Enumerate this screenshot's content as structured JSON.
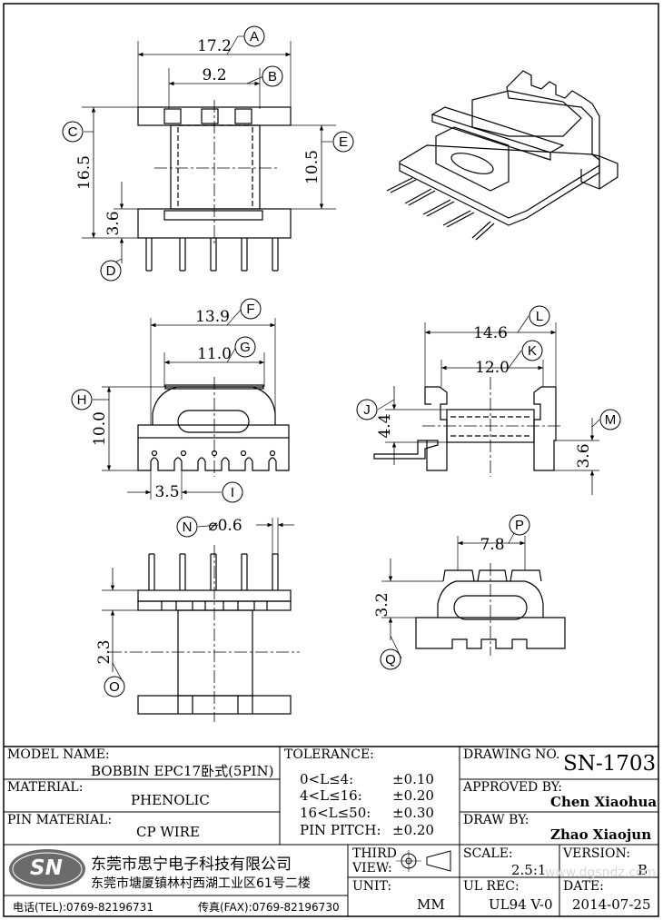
{
  "drawing": {
    "dims": {
      "A": "17.2",
      "B": "9.2",
      "C": "16.5",
      "D": "3.6",
      "E": "10.5",
      "F": "13.9",
      "G": "11.0",
      "H": "10.0",
      "I": "3.5",
      "J": "4.4",
      "K": "12.0",
      "L": "14.6",
      "M": "3.6",
      "N": "⌀0.6",
      "O": "2.3",
      "P": "7.8",
      "Q": "3.2"
    },
    "bubbles": [
      "A",
      "B",
      "C",
      "D",
      "E",
      "F",
      "G",
      "H",
      "I",
      "J",
      "K",
      "L",
      "M",
      "N",
      "O",
      "P",
      "Q"
    ]
  },
  "title_block": {
    "model_name_label": "MODEL NAME:",
    "model_name": "BOBBIN EPC17卧式(5PIN)",
    "material_label": "MATERIAL:",
    "material": "PHENOLIC",
    "pin_material_label": "PIN MATERIAL:",
    "pin_material": "CP WIRE",
    "tolerance_label": "TOLERANCE:",
    "tolerances": [
      {
        "range": "0<L≤4:",
        "value": "±0.10"
      },
      {
        "range": "4<L≤16:",
        "value": "±0.20"
      },
      {
        "range": "16<L≤50:",
        "value": "±0.30"
      },
      {
        "range": "PIN PITCH:",
        "value": "±0.20"
      }
    ],
    "drawing_no_label": "DRAWING NO.",
    "drawing_no": "SN-1703",
    "approved_by_label": "APPROVED BY:",
    "approved_by": "Chen Xiaohua",
    "draw_by_label": "DRAW BY:",
    "draw_by": "Zhao Xiaojun",
    "logo_text": "SN",
    "company_name": "东莞市思宁电子科技有限公司",
    "company_address": "东莞市塘厦镇林村西湖工业区61号二楼",
    "tel": "电话(TEL):0769-82196731",
    "fax": "传真(FAX):0769-82196730",
    "third_view_label": "THIRD VIEW:",
    "unit_label": "UNIT:",
    "unit": "MM",
    "scale_label": "SCALE:",
    "scale": "2.5:1",
    "version_label": "VERSION:",
    "version": "B",
    "ul_rec_label": "UL REC:",
    "ul_rec": "UL94 V-0",
    "date_label": "DATE:",
    "date": "2014-07-25",
    "watermark": "www.dgsndz.com"
  }
}
